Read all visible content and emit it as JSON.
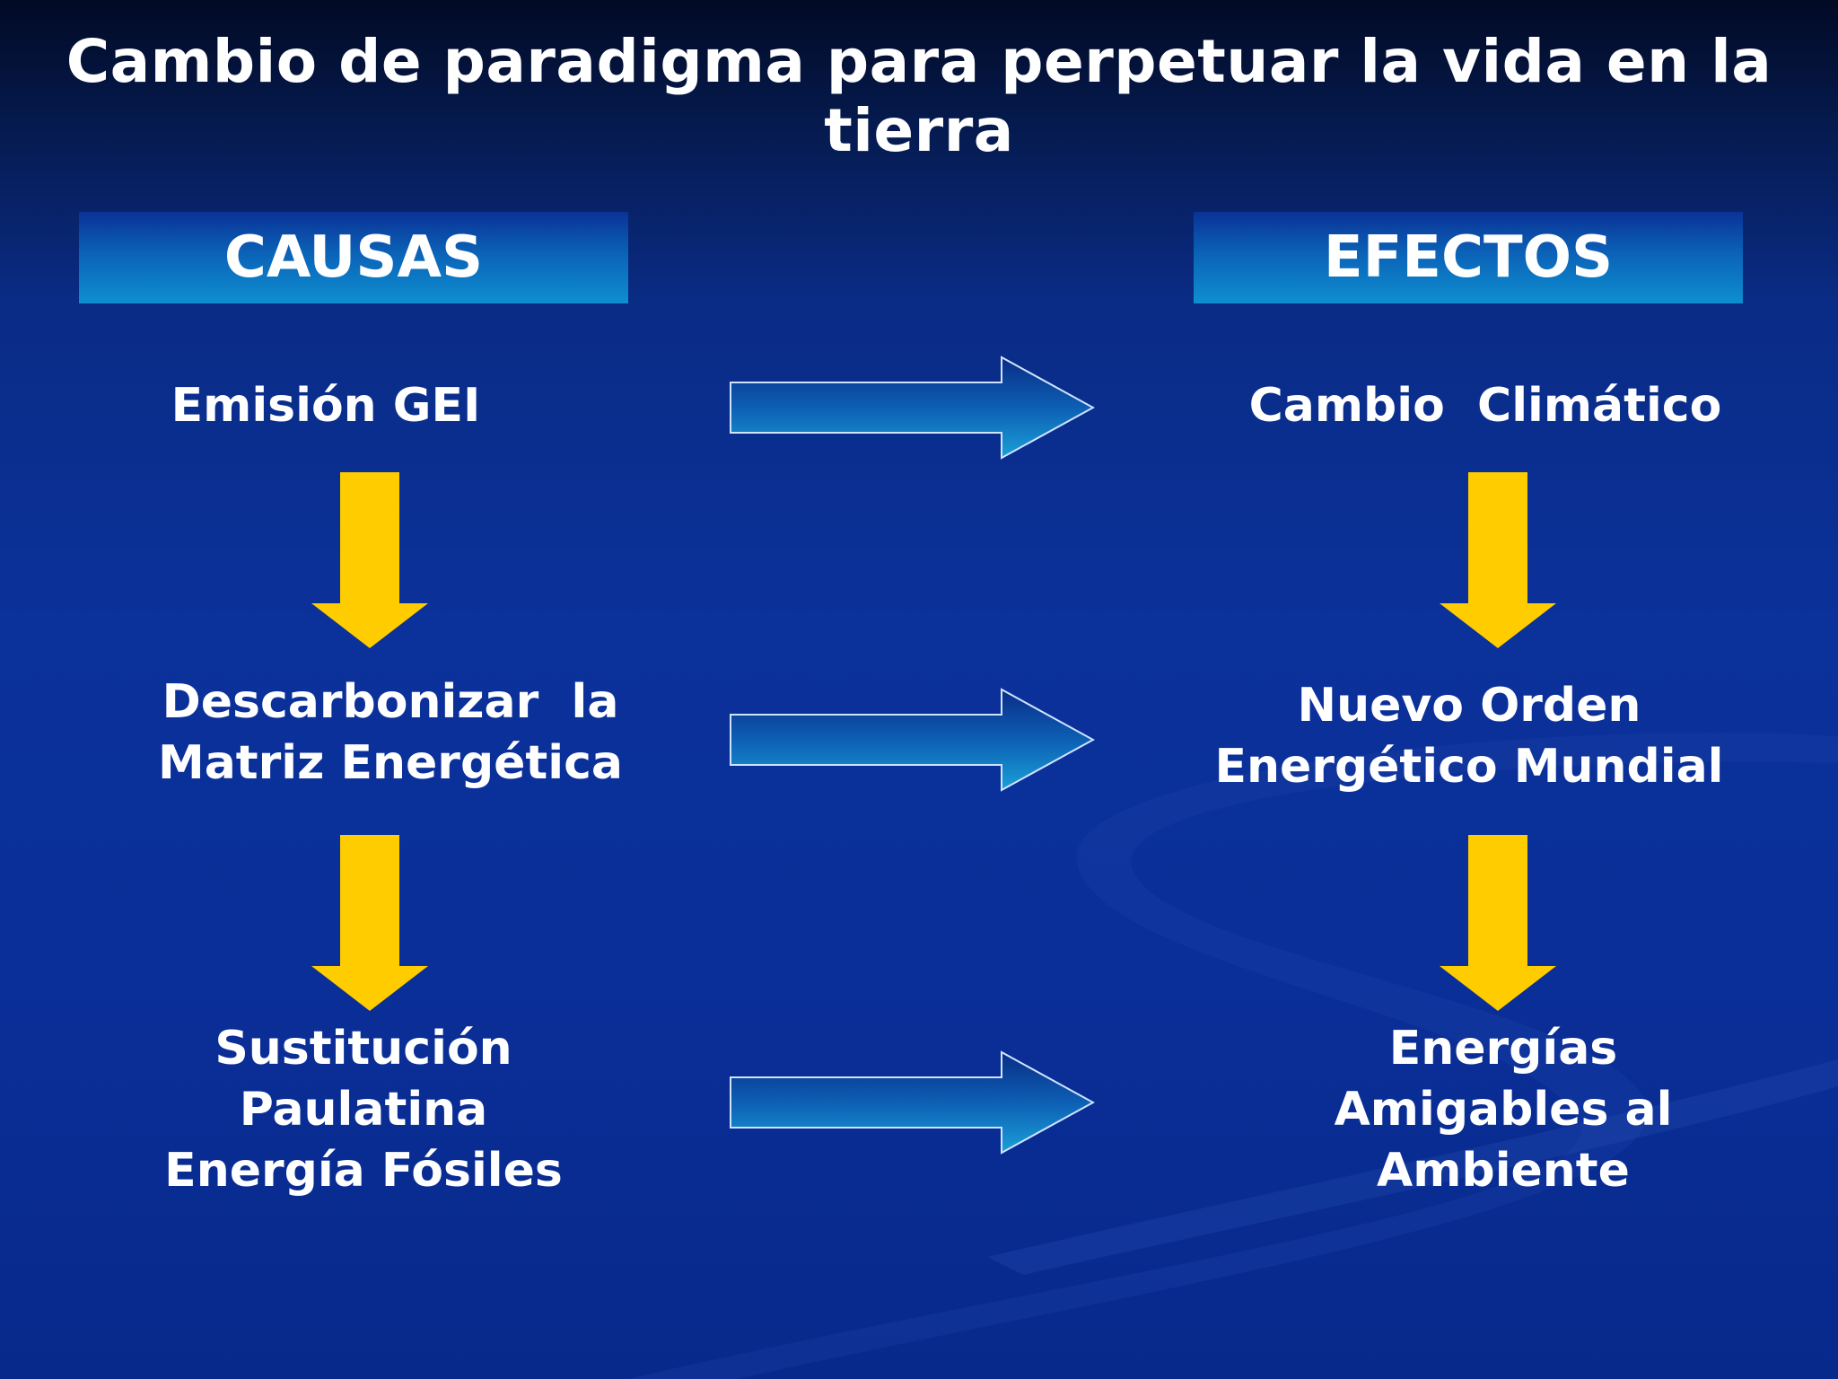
{
  "title": "Cambio de paradigma para perpetuar la vida en la tierra",
  "headers": {
    "causas": "CAUSAS",
    "efectos": "EFECTOS"
  },
  "causas": [
    {
      "lines": [
        "Emisión GEI"
      ]
    },
    {
      "lines": [
        "Descarbonizar  la",
        "Matriz Energética"
      ]
    },
    {
      "lines": [
        "Sustitución",
        "Paulatina",
        "Energía Fósiles"
      ]
    }
  ],
  "efectos": [
    {
      "lines": [
        "Cambio  Climático"
      ]
    },
    {
      "lines": [
        "Nuevo Orden",
        "Energético Mundial"
      ]
    },
    {
      "lines": [
        "Energías",
        "Amigables al",
        "Ambiente"
      ]
    }
  ],
  "colors": {
    "background": "#0b319a",
    "header_fill": "#0e8fd0",
    "vertical_arrow": "#ffcc00",
    "horizontal_arrow_light": "#1aa0d8",
    "horizontal_arrow_dark": "#0a2c86"
  }
}
